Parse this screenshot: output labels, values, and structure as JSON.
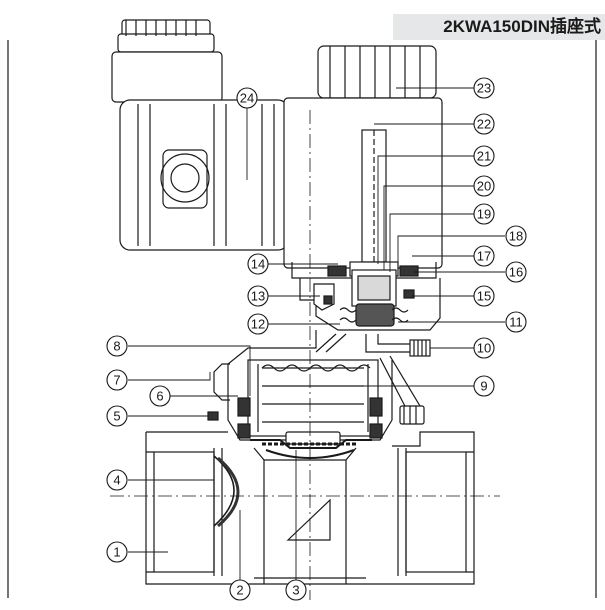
{
  "title": "2KWA150DIN插座式",
  "colors": {
    "line": "#1a1a1a",
    "banner": "#e6e7e8",
    "background": "#ffffff"
  },
  "callouts": [
    "1",
    "2",
    "3",
    "4",
    "5",
    "6",
    "7",
    "8",
    "9",
    "10",
    "11",
    "12",
    "13",
    "14",
    "15",
    "16",
    "17",
    "18",
    "19",
    "20",
    "21",
    "22",
    "23",
    "24"
  ]
}
